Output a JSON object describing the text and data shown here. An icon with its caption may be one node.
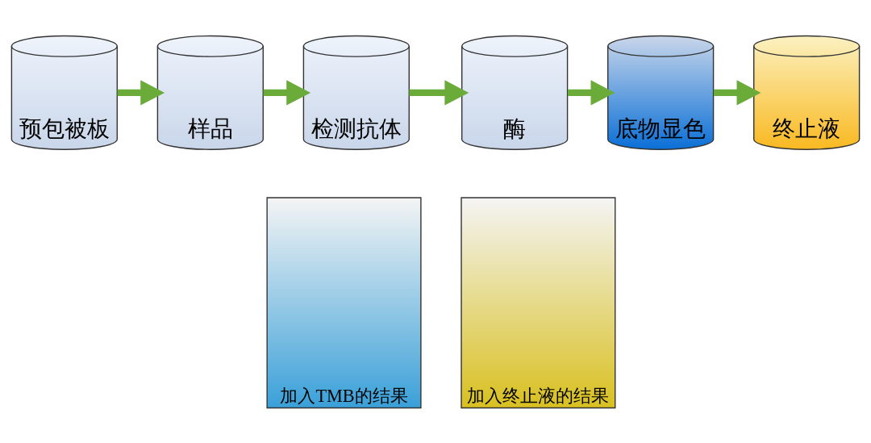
{
  "diagram": {
    "nodes": [
      {
        "text": [
          "预包被板"
        ]
      },
      {
        "text": [
          "样品"
        ]
      },
      {
        "text": [
          "检测抗体"
        ]
      },
      {
        "text": [
          "酶"
        ]
      },
      {
        "text": [
          "底物显色"
        ]
      },
      {
        "text": [
          "终止液"
        ]
      },
      {
        "text": [
          "加入TMB的结果"
        ]
      },
      {
        "text": [
          "加入终止液的结果"
        ]
      }
    ],
    "edges": [
      {
        "from": 0,
        "to": 1,
        "arrow": "to"
      },
      {
        "from": 1,
        "to": 2,
        "arrow": "to"
      },
      {
        "from": 2,
        "to": 3,
        "arrow": "to"
      },
      {
        "from": 3,
        "to": 4,
        "arrow": "to"
      },
      {
        "from": 4,
        "to": 5,
        "arrow": "to"
      }
    ]
  }
}
